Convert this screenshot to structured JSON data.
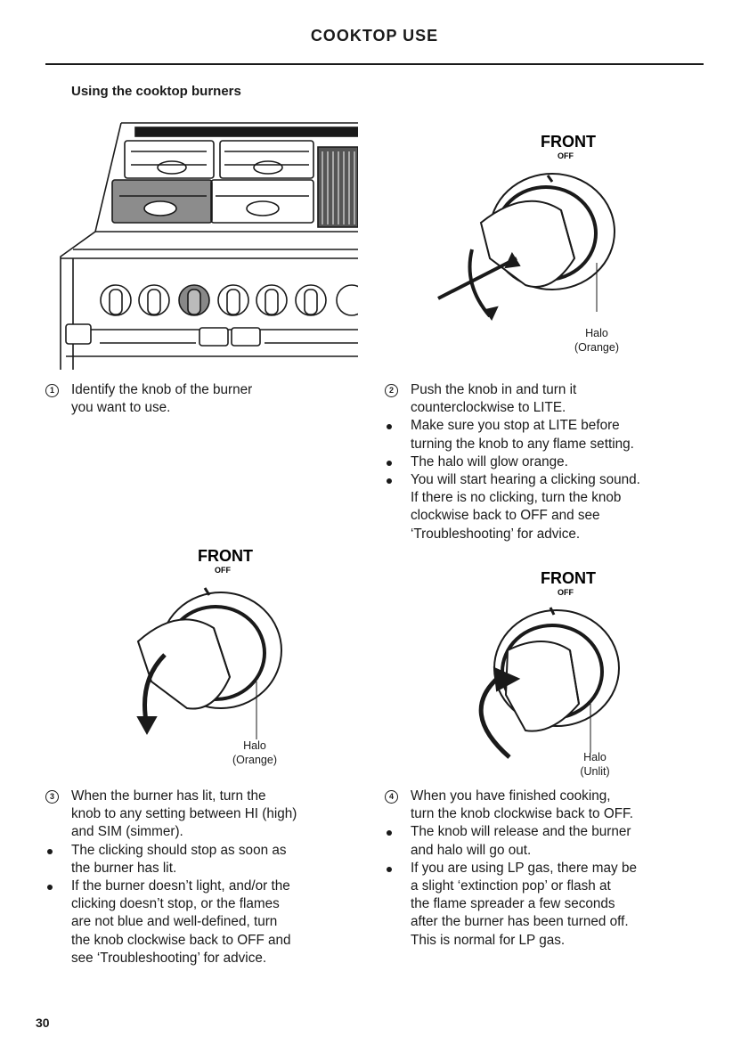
{
  "header": {
    "title": "COOKTOP USE"
  },
  "section": {
    "title": "Using the cooktop burners"
  },
  "dial": {
    "front_label": "FRONT",
    "off_label": "OFF"
  },
  "figures": {
    "fig2": {
      "halo_title": "Halo",
      "halo_state": "(Orange)"
    },
    "fig3": {
      "halo_title": "Halo",
      "halo_state": "(Orange)"
    },
    "fig4": {
      "halo_title": "Halo",
      "halo_state": "(Unlit)"
    }
  },
  "steps": [
    {
      "number": "1",
      "lines": [
        "Identify the knob of the burner",
        "you want to use."
      ],
      "bullets": []
    },
    {
      "number": "2",
      "lines": [
        "Push the knob in and turn it",
        "counterclockwise to LITE."
      ],
      "bullets": [
        [
          "Make sure you stop at LITE before",
          "turning the knob to any flame setting."
        ],
        [
          "The halo will glow orange."
        ],
        [
          "You will start hearing a clicking sound.",
          "If there is no clicking, turn the knob",
          "clockwise back to OFF and see",
          "‘Troubleshooting’ for advice."
        ]
      ]
    },
    {
      "number": "3",
      "lines": [
        "When the burner has lit, turn the",
        "knob to any setting between HI (high)",
        "and SIM (simmer)."
      ],
      "bullets": [
        [
          "The clicking should stop as soon as",
          "the burner has lit."
        ],
        [
          "If the burner doesn’t light, and/or the",
          "clicking doesn’t stop, or the flames",
          "are not blue and well-defined, turn",
          "the knob clockwise back to OFF and",
          "see ‘Troubleshooting’ for advice."
        ]
      ]
    },
    {
      "number": "4",
      "lines": [
        "When you have finished cooking,",
        "turn the knob clockwise back to OFF."
      ],
      "bullets": [
        [
          "The knob will release and the burner",
          "and halo will go out."
        ],
        [
          "If you are using LP gas, there may be",
          "a slight ‘extinction pop’ or flash at",
          "the flame spreader a few seconds",
          "after the burner has been turned off.",
          "This is normal for LP gas."
        ]
      ]
    }
  ],
  "footer": {
    "page_number": "30"
  }
}
